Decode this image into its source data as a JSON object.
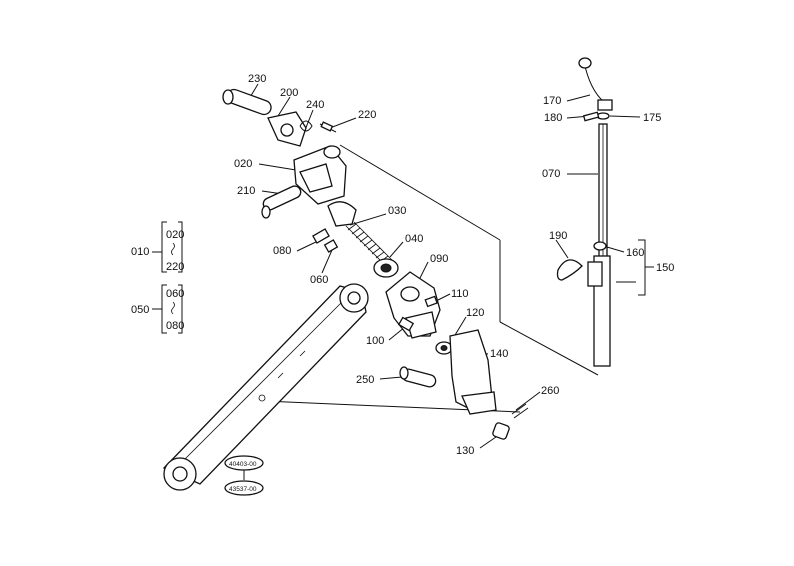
{
  "labels": {
    "p230": "230",
    "p200": "200",
    "p240": "240",
    "p220": "220",
    "p020": "020",
    "p210": "210",
    "p030": "030",
    "p080": "080",
    "p060": "060",
    "p040": "040",
    "p090": "090",
    "p110": "110",
    "p100": "100",
    "p120": "120",
    "p140": "140",
    "p250": "250",
    "p260": "260",
    "p130": "130",
    "p170": "170",
    "p180": "180",
    "p175": "175",
    "p070": "070",
    "p190": "190",
    "p160": "160",
    "p150": "150"
  },
  "group_010": {
    "ref": "010",
    "from": "020",
    "to": "220"
  },
  "group_050": {
    "ref": "050",
    "from": "060",
    "to": "080"
  },
  "codes": {
    "top": "40403-00",
    "bottom": "43537-00"
  }
}
